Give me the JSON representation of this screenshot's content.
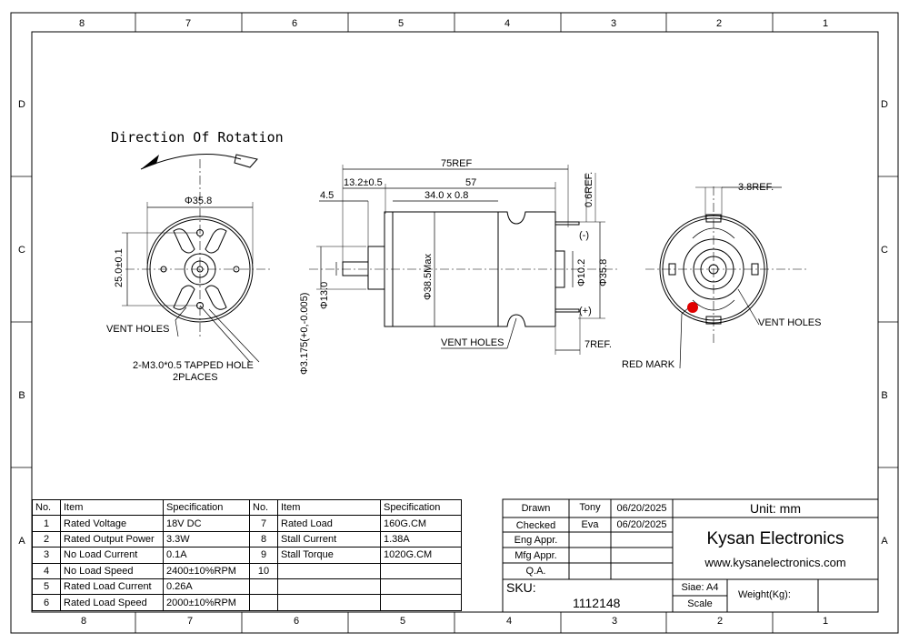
{
  "frame": {
    "col_labels": [
      "8",
      "7",
      "6",
      "5",
      "4",
      "3",
      "2",
      "1"
    ],
    "row_labels": [
      "D",
      "C",
      "B",
      "A"
    ]
  },
  "front_view": {
    "title": "Direction Of Rotation",
    "dia": "Φ35.8",
    "height": "25.0±0.1",
    "vent_label": "VENT HOLES",
    "tapped_hole": "2-M3.0*0.5 TAPPED HOLE",
    "places": "2PLACES"
  },
  "side_view": {
    "total": "75REF",
    "d1": "13.2±0.5",
    "d2": "57",
    "d3": "4.5",
    "d4": "34.0 x 0.8",
    "d5": "0.6REF.",
    "neg": "(-)",
    "pos": "(+)",
    "body_dia": "Φ38.5Max",
    "boss_dia": "Φ13.0",
    "shaft_dia": "Φ3.175(+0,-0.005)",
    "end_dia": "Φ10.2",
    "outer_dia": "Φ35.8",
    "term": "7REF.",
    "vent_label": "VENT HOLES"
  },
  "rear_view": {
    "ref": "3.8REF.",
    "vent_label": "VENT HOLES",
    "red_mark_label": "RED MARK",
    "red_mark_color": "#e00000"
  },
  "spec_table": {
    "headers": [
      "No.",
      "Item",
      "Specification",
      "No.",
      "Item",
      "Specification"
    ],
    "rows": [
      [
        "1",
        "Rated Voltage",
        "18V DC",
        "7",
        "Rated Load",
        "160G.CM"
      ],
      [
        "2",
        "Rated Output Power",
        "3.3W",
        "8",
        "Stall Current",
        "1.38A"
      ],
      [
        "3",
        "No Load Current",
        "0.1A",
        "9",
        "Stall Torque",
        "1020G.CM"
      ],
      [
        "4",
        "No Load Speed",
        "2400±10%RPM",
        "10",
        "",
        ""
      ],
      [
        "5",
        "Rated Load Current",
        "0.26A",
        "",
        "",
        ""
      ],
      [
        "6",
        "Rated Load Speed",
        "2000±10%RPM",
        "",
        "",
        ""
      ]
    ]
  },
  "title_block": {
    "drawn_label": "Drawn",
    "drawn_by": "Tony",
    "drawn_date": "06/20/2025",
    "checked_label": "Checked",
    "checked_by": "Eva",
    "checked_date": "06/20/2025",
    "eng_label": "Eng Appr.",
    "mfg_label": "Mfg Appr.",
    "qa_label": "Q.A.",
    "sku_label": "SKU:",
    "sku": "1112148",
    "unit": "Unit: mm",
    "company": "Kysan Electronics",
    "website": "www.kysanelectronics.com",
    "size": "Siae: A4",
    "scale_label": "Scale",
    "weight_label": "Weight(Kg):"
  }
}
